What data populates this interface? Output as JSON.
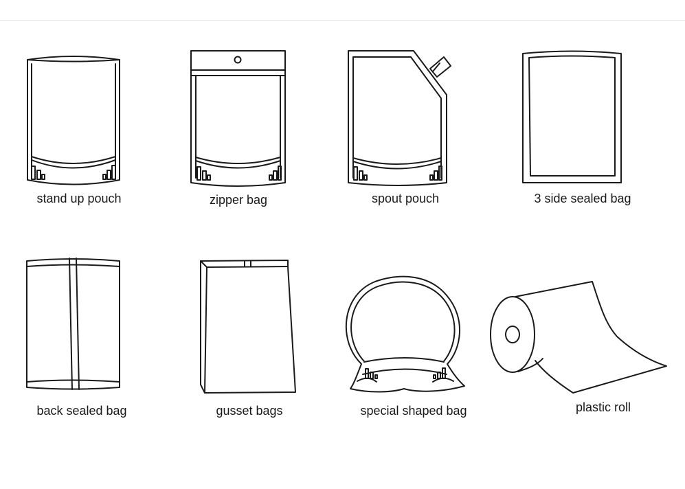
{
  "items": [
    {
      "label": "stand up pouch",
      "icon": "stand-up-pouch-icon"
    },
    {
      "label": "zipper bag",
      "icon": "zipper-bag-icon"
    },
    {
      "label": "spout pouch",
      "icon": "spout-pouch-icon"
    },
    {
      "label": "3 side sealed bag",
      "icon": "three-side-sealed-bag-icon"
    },
    {
      "label": "back sealed bag",
      "icon": "back-sealed-bag-icon"
    },
    {
      "label": "gusset bags",
      "icon": "gusset-bags-icon"
    },
    {
      "label": "special shaped bag",
      "icon": "special-shaped-bag-icon"
    },
    {
      "label": "plastic roll",
      "icon": "plastic-roll-icon"
    }
  ]
}
